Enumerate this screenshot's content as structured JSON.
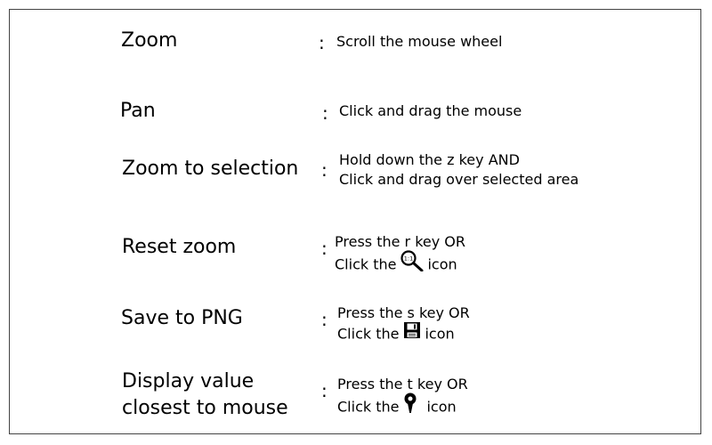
{
  "rows": [
    {
      "label": "Zoom",
      "colon": ":",
      "desc_line1": "Scroll the mouse wheel"
    },
    {
      "label": "Pan",
      "colon": ":",
      "desc_line1": "Click and drag the mouse"
    },
    {
      "label": "Zoom to selection",
      "colon": ":",
      "desc_line1": "Hold down the z key AND",
      "desc_line2": "Click and drag over selected area"
    },
    {
      "label": "Reset zoom",
      "colon": ":",
      "desc_line1": "Press the r key OR",
      "desc_before_icon": "Click the",
      "icon": "reset-zoom-magnifier-icon",
      "desc_after_icon": "icon"
    },
    {
      "label": "Save to PNG",
      "colon": ":",
      "desc_line1": "Press the s key OR",
      "desc_before_icon": "Click the",
      "icon": "floppy-disk-save-icon",
      "desc_after_icon": "icon"
    },
    {
      "label_line1": "Display value",
      "label_line2": "closest to mouse",
      "colon": ":",
      "desc_line1": "Press the t key OR",
      "desc_before_icon": "Click the",
      "icon": "map-pin-icon",
      "desc_after_icon": "icon"
    }
  ],
  "colors": {
    "border": "#444444",
    "text": "#000000",
    "background": "#ffffff"
  }
}
